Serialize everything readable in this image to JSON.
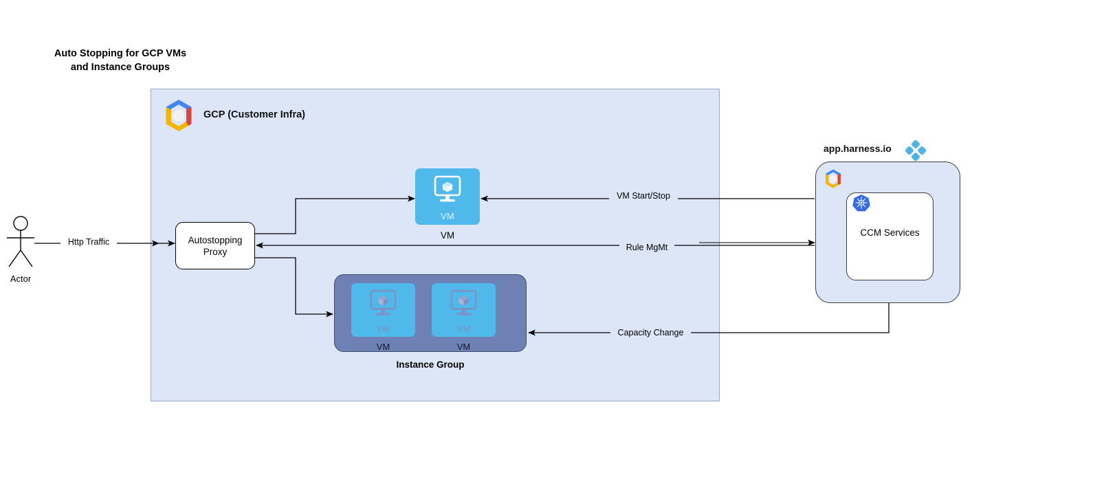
{
  "title": "Auto Stopping for GCP VMs\nand Instance Groups",
  "colors": {
    "gcp_region_fill": "#dce6f7",
    "gcp_region_stroke": "#98a9c4",
    "vm_tile": "#4fb9ec",
    "instance_group_fill": "#6d81b5",
    "instance_group_stroke": "#3c4a6b",
    "harness_fill": "#dce6f7",
    "harness_accent": "#4db3e2",
    "kubernetes_blue": "#326ce5",
    "gcp_blue": "#4285f4",
    "gcp_red": "#db4437",
    "gcp_yellow": "#f4b400",
    "line": "#000000"
  },
  "actor": {
    "label": "Actor",
    "icon": "actor-stick-figure-icon"
  },
  "gcp_region": {
    "label": "GCP (Customer Infra)",
    "icon": "gcp-logo-icon"
  },
  "proxy": {
    "label": "Autostopping\nProxy"
  },
  "vm_standalone": {
    "inner_label": "VM",
    "caption": "VM",
    "icon": "vm-monitor-cube-icon"
  },
  "instance_group": {
    "caption": "Instance Group",
    "vms": [
      {
        "inner_label": "VM",
        "caption": "VM",
        "icon": "vm-monitor-cube-icon"
      },
      {
        "inner_label": "VM",
        "caption": "VM",
        "icon": "vm-monitor-cube-icon"
      }
    ]
  },
  "harness": {
    "label": "app.harness.io",
    "logo_icon": "harness-logo-icon",
    "gcp_icon": "gcp-logo-icon",
    "services": {
      "label": "CCM Services",
      "icon": "kubernetes-logo-icon"
    }
  },
  "edges": [
    {
      "id": "http-traffic",
      "label": "Http Traffic",
      "from": "actor",
      "to": "autostopping-proxy"
    },
    {
      "id": "vm-start-stop",
      "label": "VM Start/Stop",
      "from": "ccm-services",
      "to": "vm"
    },
    {
      "id": "rule-mgmt",
      "label": "Rule MgMt",
      "from": "ccm-services",
      "to": "autostopping-proxy"
    },
    {
      "id": "capacity-change",
      "label": "Capacity Change",
      "from": "ccm-services",
      "to": "instance-group"
    }
  ]
}
